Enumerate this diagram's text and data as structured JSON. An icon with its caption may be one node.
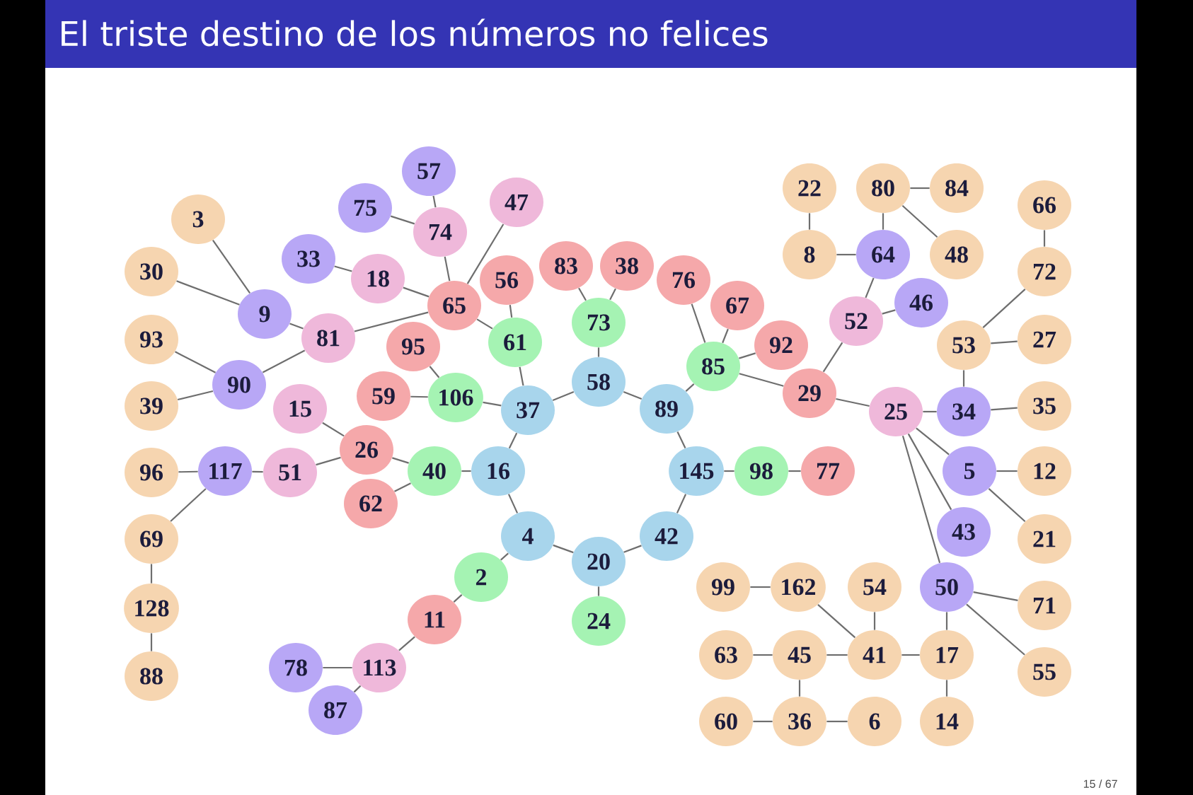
{
  "diagram": {
    "title": "El triste destino de los números no felices",
    "nodes": [
      {
        "text": [
          "57"
        ]
      },
      {
        "text": [
          "22"
        ]
      },
      {
        "text": [
          "80"
        ]
      },
      {
        "text": [
          "84"
        ]
      },
      {
        "text": [
          "47"
        ]
      },
      {
        "text": [
          "66"
        ]
      },
      {
        "text": [
          "75"
        ]
      },
      {
        "text": [
          "3"
        ]
      },
      {
        "text": [
          "74"
        ]
      },
      {
        "text": [
          "8"
        ]
      },
      {
        "text": [
          "64"
        ]
      },
      {
        "text": [
          "48"
        ]
      },
      {
        "text": [
          "33"
        ]
      },
      {
        "text": [
          "83"
        ]
      },
      {
        "text": [
          "38"
        ]
      },
      {
        "text": [
          "30"
        ]
      },
      {
        "text": [
          "72"
        ]
      },
      {
        "text": [
          "18"
        ]
      },
      {
        "text": [
          "56"
        ]
      },
      {
        "text": [
          "76"
        ]
      },
      {
        "text": [
          "46"
        ]
      },
      {
        "text": [
          "65"
        ]
      },
      {
        "text": [
          "67"
        ]
      },
      {
        "text": [
          "9"
        ]
      },
      {
        "text": [
          "52"
        ]
      },
      {
        "text": [
          "73"
        ]
      },
      {
        "text": [
          "81"
        ]
      },
      {
        "text": [
          "93"
        ]
      },
      {
        "text": [
          "27"
        ]
      },
      {
        "text": [
          "61"
        ]
      },
      {
        "text": [
          "92"
        ]
      },
      {
        "text": [
          "53"
        ]
      },
      {
        "text": [
          "95"
        ]
      },
      {
        "text": [
          "85"
        ]
      },
      {
        "text": [
          "58"
        ]
      },
      {
        "text": [
          "90"
        ]
      },
      {
        "text": [
          "29"
        ]
      },
      {
        "text": [
          "59"
        ]
      },
      {
        "text": [
          "106"
        ]
      },
      {
        "text": [
          "39"
        ]
      },
      {
        "text": [
          "35"
        ]
      },
      {
        "text": [
          "15"
        ]
      },
      {
        "text": [
          "89"
        ]
      },
      {
        "text": [
          "37"
        ]
      },
      {
        "text": [
          "25"
        ]
      },
      {
        "text": [
          "34"
        ]
      },
      {
        "text": [
          "26"
        ]
      },
      {
        "text": [
          "96"
        ]
      },
      {
        "text": [
          "117"
        ]
      },
      {
        "text": [
          "51"
        ]
      },
      {
        "text": [
          "40"
        ]
      },
      {
        "text": [
          "16"
        ]
      },
      {
        "text": [
          "145"
        ]
      },
      {
        "text": [
          "98"
        ]
      },
      {
        "text": [
          "77"
        ]
      },
      {
        "text": [
          "5"
        ]
      },
      {
        "text": [
          "12"
        ]
      },
      {
        "text": [
          "62"
        ]
      },
      {
        "text": [
          "43"
        ]
      },
      {
        "text": [
          "4"
        ]
      },
      {
        "text": [
          "42"
        ]
      },
      {
        "text": [
          "69"
        ]
      },
      {
        "text": [
          "21"
        ]
      },
      {
        "text": [
          "20"
        ]
      },
      {
        "text": [
          "2"
        ]
      },
      {
        "text": [
          "99"
        ]
      },
      {
        "text": [
          "162"
        ]
      },
      {
        "text": [
          "54"
        ]
      },
      {
        "text": [
          "50"
        ]
      },
      {
        "text": [
          "71"
        ]
      },
      {
        "text": [
          "128"
        ]
      },
      {
        "text": [
          "11"
        ]
      },
      {
        "text": [
          "24"
        ]
      },
      {
        "text": [
          "63"
        ]
      },
      {
        "text": [
          "45"
        ]
      },
      {
        "text": [
          "41"
        ]
      },
      {
        "text": [
          "17"
        ]
      },
      {
        "text": [
          "78"
        ]
      },
      {
        "text": [
          "113"
        ]
      },
      {
        "text": [
          "55"
        ]
      },
      {
        "text": [
          "88"
        ]
      },
      {
        "text": [
          "87"
        ]
      },
      {
        "text": [
          "60"
        ]
      },
      {
        "text": [
          "36"
        ]
      },
      {
        "text": [
          "6"
        ]
      },
      {
        "text": [
          "14"
        ]
      }
    ],
    "edges": [
      {
        "from": 7,
        "to": 23,
        "arrow": "none"
      },
      {
        "from": 15,
        "to": 23,
        "arrow": "none"
      },
      {
        "from": 23,
        "to": 26,
        "arrow": "none"
      },
      {
        "from": 27,
        "to": 35,
        "arrow": "none"
      },
      {
        "from": 39,
        "to": 35,
        "arrow": "none"
      },
      {
        "from": 35,
        "to": 26,
        "arrow": "none"
      },
      {
        "from": 26,
        "to": 21,
        "arrow": "none"
      },
      {
        "from": 12,
        "to": 17,
        "arrow": "none"
      },
      {
        "from": 17,
        "to": 21,
        "arrow": "none"
      },
      {
        "from": 6,
        "to": 8,
        "arrow": "none"
      },
      {
        "from": 0,
        "to": 8,
        "arrow": "none"
      },
      {
        "from": 8,
        "to": 21,
        "arrow": "none"
      },
      {
        "from": 4,
        "to": 21,
        "arrow": "none"
      },
      {
        "from": 18,
        "to": 29,
        "arrow": "none"
      },
      {
        "from": 21,
        "to": 29,
        "arrow": "none"
      },
      {
        "from": 29,
        "to": 43,
        "arrow": "none"
      },
      {
        "from": 32,
        "to": 38,
        "arrow": "none"
      },
      {
        "from": 37,
        "to": 38,
        "arrow": "none"
      },
      {
        "from": 38,
        "to": 43,
        "arrow": "none"
      },
      {
        "from": 41,
        "to": 46,
        "arrow": "none"
      },
      {
        "from": 47,
        "to": 48,
        "arrow": "none"
      },
      {
        "from": 48,
        "to": 49,
        "arrow": "none"
      },
      {
        "from": 49,
        "to": 46,
        "arrow": "none"
      },
      {
        "from": 48,
        "to": 61,
        "arrow": "none"
      },
      {
        "from": 61,
        "to": 70,
        "arrow": "none"
      },
      {
        "from": 70,
        "to": 80,
        "arrow": "none"
      },
      {
        "from": 46,
        "to": 50,
        "arrow": "none"
      },
      {
        "from": 57,
        "to": 50,
        "arrow": "none"
      },
      {
        "from": 50,
        "to": 51,
        "arrow": "none"
      },
      {
        "from": 51,
        "to": 43,
        "arrow": "none"
      },
      {
        "from": 59,
        "to": 51,
        "arrow": "none"
      },
      {
        "from": 64,
        "to": 59,
        "arrow": "none"
      },
      {
        "from": 71,
        "to": 64,
        "arrow": "none"
      },
      {
        "from": 78,
        "to": 71,
        "arrow": "none"
      },
      {
        "from": 77,
        "to": 78,
        "arrow": "none"
      },
      {
        "from": 81,
        "to": 78,
        "arrow": "none"
      },
      {
        "from": 63,
        "to": 59,
        "arrow": "none"
      },
      {
        "from": 72,
        "to": 63,
        "arrow": "none"
      },
      {
        "from": 60,
        "to": 63,
        "arrow": "none"
      },
      {
        "from": 52,
        "to": 60,
        "arrow": "none"
      },
      {
        "from": 42,
        "to": 52,
        "arrow": "none"
      },
      {
        "from": 34,
        "to": 42,
        "arrow": "none"
      },
      {
        "from": 43,
        "to": 34,
        "arrow": "none"
      },
      {
        "from": 25,
        "to": 34,
        "arrow": "none"
      },
      {
        "from": 13,
        "to": 25,
        "arrow": "none"
      },
      {
        "from": 14,
        "to": 25,
        "arrow": "none"
      },
      {
        "from": 53,
        "to": 52,
        "arrow": "none"
      },
      {
        "from": 54,
        "to": 53,
        "arrow": "none"
      },
      {
        "from": 33,
        "to": 42,
        "arrow": "none"
      },
      {
        "from": 19,
        "to": 33,
        "arrow": "none"
      },
      {
        "from": 22,
        "to": 33,
        "arrow": "none"
      },
      {
        "from": 30,
        "to": 33,
        "arrow": "none"
      },
      {
        "from": 36,
        "to": 33,
        "arrow": "none"
      },
      {
        "from": 24,
        "to": 36,
        "arrow": "none"
      },
      {
        "from": 10,
        "to": 24,
        "arrow": "none"
      },
      {
        "from": 20,
        "to": 24,
        "arrow": "none"
      },
      {
        "from": 9,
        "to": 10,
        "arrow": "none"
      },
      {
        "from": 1,
        "to": 9,
        "arrow": "none"
      },
      {
        "from": 2,
        "to": 10,
        "arrow": "none"
      },
      {
        "from": 3,
        "to": 2,
        "arrow": "none"
      },
      {
        "from": 11,
        "to": 2,
        "arrow": "none"
      },
      {
        "from": 44,
        "to": 36,
        "arrow": "none"
      },
      {
        "from": 45,
        "to": 44,
        "arrow": "none"
      },
      {
        "from": 31,
        "to": 45,
        "arrow": "none"
      },
      {
        "from": 16,
        "to": 31,
        "arrow": "none"
      },
      {
        "from": 5,
        "to": 16,
        "arrow": "none"
      },
      {
        "from": 28,
        "to": 31,
        "arrow": "none"
      },
      {
        "from": 40,
        "to": 45,
        "arrow": "none"
      },
      {
        "from": 55,
        "to": 44,
        "arrow": "none"
      },
      {
        "from": 56,
        "to": 55,
        "arrow": "none"
      },
      {
        "from": 62,
        "to": 55,
        "arrow": "none"
      },
      {
        "from": 58,
        "to": 44,
        "arrow": "none"
      },
      {
        "from": 68,
        "to": 44,
        "arrow": "none"
      },
      {
        "from": 69,
        "to": 68,
        "arrow": "none"
      },
      {
        "from": 79,
        "to": 68,
        "arrow": "none"
      },
      {
        "from": 76,
        "to": 68,
        "arrow": "none"
      },
      {
        "from": 85,
        "to": 76,
        "arrow": "none"
      },
      {
        "from": 75,
        "to": 76,
        "arrow": "none"
      },
      {
        "from": 67,
        "to": 75,
        "arrow": "none"
      },
      {
        "from": 66,
        "to": 75,
        "arrow": "none"
      },
      {
        "from": 65,
        "to": 66,
        "arrow": "none"
      },
      {
        "from": 74,
        "to": 75,
        "arrow": "none"
      },
      {
        "from": 73,
        "to": 74,
        "arrow": "none"
      },
      {
        "from": 83,
        "to": 74,
        "arrow": "none"
      },
      {
        "from": 82,
        "to": 83,
        "arrow": "none"
      },
      {
        "from": 84,
        "to": 83,
        "arrow": "none"
      }
    ],
    "labels": [
      "15 / 67"
    ]
  }
}
